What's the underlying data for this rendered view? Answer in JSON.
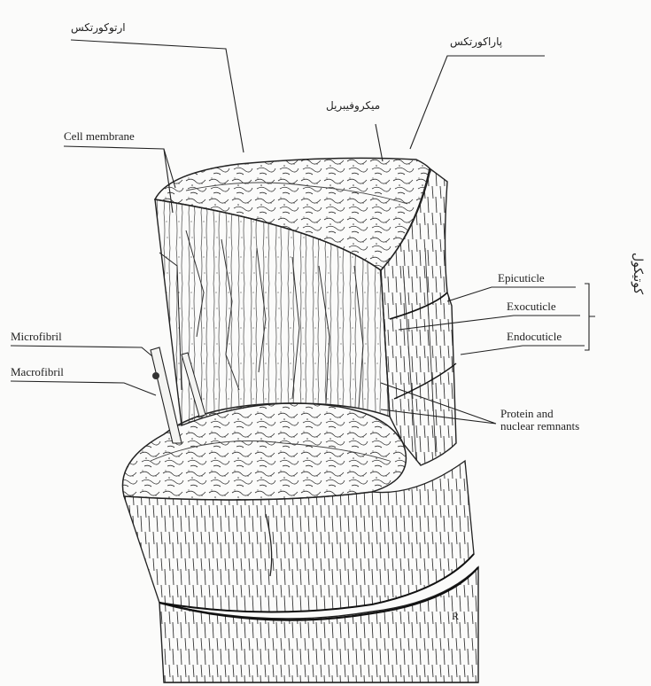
{
  "labels": {
    "orthocortex": "ارتوکورتکس",
    "paracortex": "پاراکورتکس",
    "microfibril_fa": "میکروفیبریل",
    "cell_membrane": "Cell membrane",
    "microfibril": "Microfibril",
    "macrofibril": "Macrofibril",
    "epicuticle": "Epicuticle",
    "exocuticle": "Exocuticle",
    "endocuticle": "Endocuticle",
    "protein_line1": "Protein and",
    "protein_line2": "nuclear remnants",
    "cuticle_fa": "کوتیکول",
    "corner_mark": "R"
  }
}
